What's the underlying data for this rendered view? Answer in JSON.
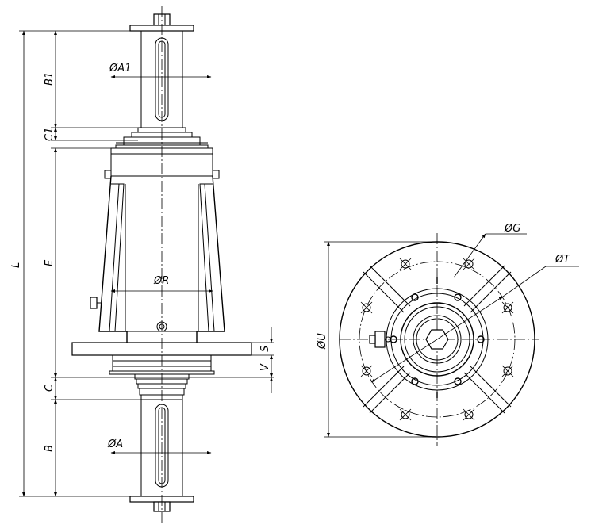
{
  "side_view": {
    "labels": {
      "L": "L",
      "B1": "B1",
      "C1": "C1",
      "E": "E",
      "C": "C",
      "B": "B",
      "A1": "ØA1",
      "R": "ØR",
      "A": "ØA",
      "S": "S",
      "V": "V"
    }
  },
  "front_view": {
    "labels": {
      "G": "ØG",
      "T": "ØT",
      "U": "ØU"
    }
  }
}
